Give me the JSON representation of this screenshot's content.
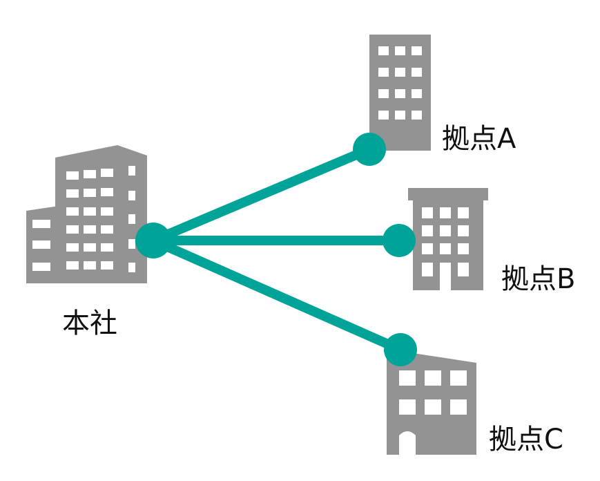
{
  "colors": {
    "building": "#939393",
    "window": "#ffffff",
    "link": "#00a397",
    "text": "#111111"
  },
  "nodes": {
    "hq": {
      "label": "本社",
      "icon": "office-building-icon"
    },
    "site_a": {
      "label": "拠点A",
      "icon": "tower-building-icon"
    },
    "site_b": {
      "label": "拠点B",
      "icon": "office-block-icon"
    },
    "site_c": {
      "label": "拠点C",
      "icon": "low-rise-building-icon"
    }
  }
}
